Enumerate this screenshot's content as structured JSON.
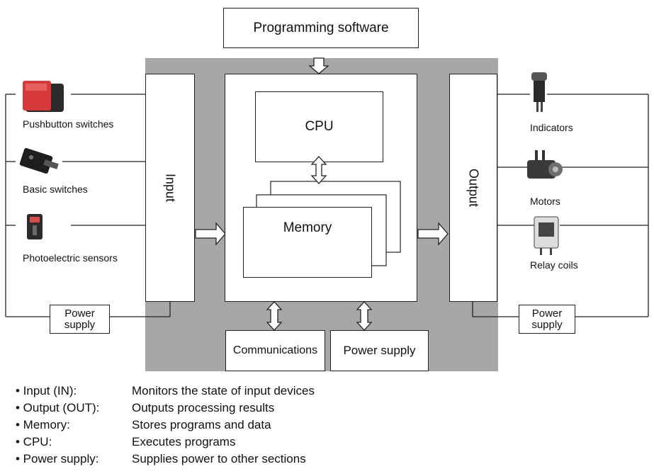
{
  "top_box": "Programming software",
  "cpu_box": "CPU",
  "memory_box": "Memory",
  "input_box": "Input",
  "output_box": "Output",
  "communications_box": "Communications",
  "internal_power_box": "Power supply",
  "input_devices": [
    {
      "label": "Pushbutton switches",
      "icon": "pushbutton-switch-photo"
    },
    {
      "label": "Basic switches",
      "icon": "basic-switch-photo"
    },
    {
      "label": "Photoelectric sensors",
      "icon": "photoelectric-sensor-photo"
    }
  ],
  "output_devices": [
    {
      "label": "Indicators",
      "icon": "indicator-photo"
    },
    {
      "label": "Motors",
      "icon": "motor-photo"
    },
    {
      "label": "Relay coils",
      "icon": "relay-coil-photo"
    }
  ],
  "left_power_supply": {
    "line1": "Power",
    "line2": "supply"
  },
  "right_power_supply": {
    "line1": "Power",
    "line2": "supply"
  },
  "legend": [
    {
      "term": "• Input (IN):",
      "desc": "Monitors the state of input devices"
    },
    {
      "term": "• Output (OUT):",
      "desc": "Outputs processing results"
    },
    {
      "term": "• Memory:",
      "desc": "Stores programs and data"
    },
    {
      "term": "• CPU:",
      "desc": "Executes programs"
    },
    {
      "term": "• Power supply:",
      "desc": "Supplies power to other sections"
    }
  ],
  "colors": {
    "gray_panel": "#a7a7a7",
    "line": "#222222",
    "red_button": "#d83a3a"
  }
}
